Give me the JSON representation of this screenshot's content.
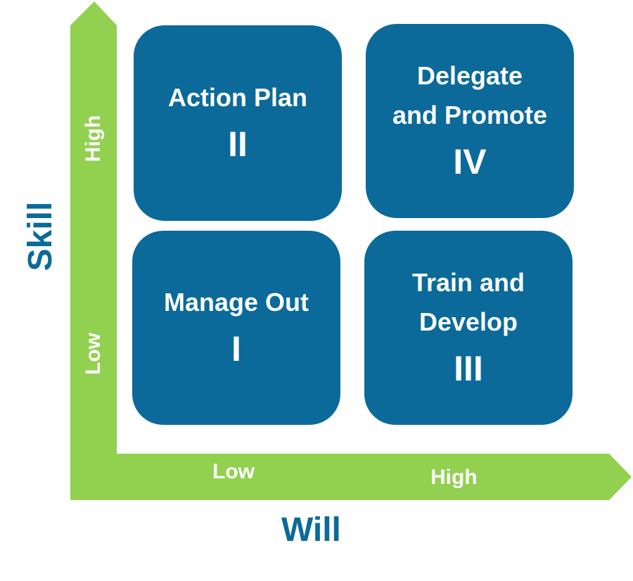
{
  "diagram": {
    "quadrants": [
      {
        "id": "II",
        "title": "Action Plan",
        "numeral": "II"
      },
      {
        "id": "IV",
        "title": "Delegate\nand Promote",
        "numeral": "IV"
      },
      {
        "id": "I",
        "title": "Manage Out",
        "numeral": "I"
      },
      {
        "id": "III",
        "title": "Train and\nDevelop",
        "numeral": "III"
      }
    ],
    "y_axis": {
      "title": "Skill",
      "high_label": "High",
      "low_label": "Low"
    },
    "x_axis": {
      "title": "Will",
      "low_label": "Low",
      "high_label": "High"
    },
    "colors": {
      "quadrant_fill": "#0b6a9a",
      "arrow_fill": "#92d050",
      "label_text": "#ffffff",
      "axis_title": "#0b6a9a"
    }
  }
}
